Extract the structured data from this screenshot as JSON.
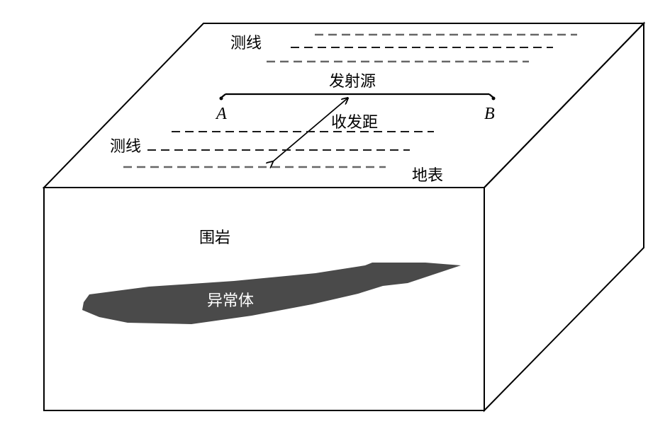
{
  "labels": {
    "survey_line_top": "测线",
    "transmitter": "发射源",
    "point_a": "A",
    "point_b": "B",
    "offset": "收发距",
    "survey_line_bottom": "测线",
    "surface": "地表",
    "host_rock": "围岩",
    "anomaly": "异常体"
  },
  "colors": {
    "anomaly_fill": "#4a4a4a",
    "line": "#000000",
    "background": "#ffffff"
  }
}
